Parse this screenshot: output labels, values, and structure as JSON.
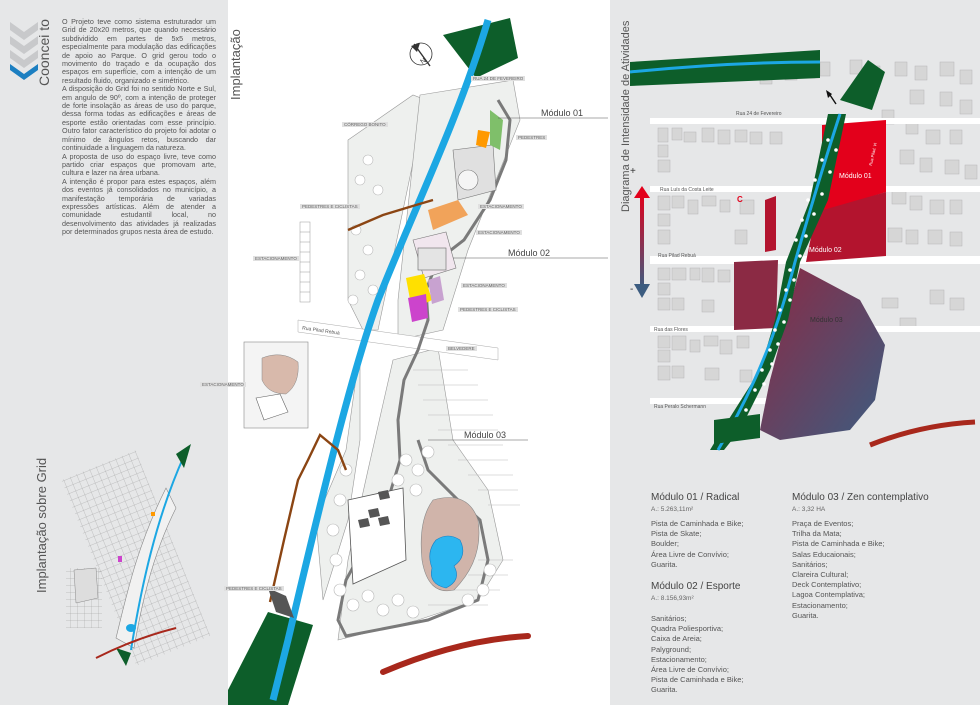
{
  "concept": {
    "title": "Cooncei to",
    "paragraphs": [
      "O Projeto teve como sistema estruturador um Grid de 20x20 metros, que quando necessário subdividido em partes de 5x5 metros, especialmente para modulação das edificações de apoio ao Parque. O grid gerou todo o movimento do traçado e da ocupação dos espaços em superfície, com a intenção de um resultado fluido, organizado e simétrico.",
      "A disposição do Grid foi no sentido Norte e Sul, em angulo de 90º, com a intenção de proteger de forte insolação as áreas de uso do parque, dessa forma todas as edificações e áreas de esporte estão orientadas com esse princípio. Outro fator característico do projeto foi adotar o mínimo de ângulos retos, buscando dar continuidade a linguagem da natureza.",
      "A proposta de uso do espaço livre, teve como partido criar espaços que promovam arte, cultura e lazer na área urbana.",
      "A intenção é propor para estes espaços, além dos eventos já consolidados no município, a manifestação temporária de variadas expressões artísticas. Além de atender a comunidade estudantil local, no desenvolvimento das atividades já realizadas por determinados grupos nesta área de estudo."
    ]
  },
  "grid_title": "Implantação sobre Grid",
  "implantacao": {
    "title": "Implantação",
    "north": "N",
    "modules": [
      "Módulo 01",
      "Módulo 02",
      "Módulo 03"
    ],
    "map_labels": {
      "rua24": "RUA 24 DE FEVEREIRO",
      "corrego": "CÓRREGO BONITO",
      "pedestres1": "PEDESTRES",
      "pedestres_ciclistas1": "PEDESTRES E CICLISTAS",
      "estacionamento1": "ESTACIONAMENTO",
      "estacionamento2": "ESTACIONAMENTO",
      "estacionamento3": "ESTACIONAMENTO",
      "estacionamento4": "ESTACIONAMENTO",
      "pedestres_ciclistas2": "PEDESTRES E CICLISTAS",
      "pedestres_ciclistas3": "PEDESTRES E CICLISTAS",
      "rua_pilad": "Rua Pilad Rebuá",
      "belvedere": "BELVEDERE"
    }
  },
  "diagram": {
    "title": "Diagrama de Intensidade de Atividades",
    "plus": "+",
    "minus": "-",
    "marker": "C",
    "streets": {
      "rua24": "Rua 24 de Fevereiro",
      "costa": "Rua Luís da Costa Leite",
      "pilad": "Rua Pilad Rebuá",
      "flores": "Rua das Flores",
      "peralo": "Rua Peralo Schermann",
      "sidepath": "Rua Pilad. VI"
    },
    "modules": [
      "Módulo 01",
      "Módulo 02",
      "Módulo 03"
    ],
    "colors": {
      "high": "#e3001b",
      "mid": "#b3142e",
      "low": "#3c5c80"
    }
  },
  "info": {
    "m1": {
      "title": "Módulo 01 / Radical",
      "area": "A.: 5.263,11m²",
      "items": [
        "Pista de Caminhada e Bike;",
        "Pista de Skate;",
        "Boulder;",
        "Área Livre de Convívio;",
        "Guarita."
      ]
    },
    "m2": {
      "title": "Módulo 02 / Esporte",
      "area": "A.: 8.156,93m²",
      "items": [
        "Sanitários;",
        "Quadra Poliesportiva;",
        "Caixa de Areia;",
        "Palyground;",
        "Estacionamento;",
        "Área Livre de Convívio;",
        "Pista de Caminhada e Bike;",
        "Guarita."
      ]
    },
    "m3": {
      "title": "Módulo 03 / Zen contemplativo",
      "area": "A.: 3,32 HA",
      "items": [
        "Praça de Eventos;",
        "Trilha da Mata;",
        "Pista de Caminhada e Bike;",
        "Salas Educaionais;",
        "Sanitários;",
        "Clareira Cultural;",
        "Deck Contemplativo;",
        "Lagoa Contemplativa;",
        "Estacionamento;",
        "Guarita."
      ]
    }
  },
  "colors": {
    "river": "#1ca7e3",
    "forest": "#0d5e2a",
    "accent_red": "#a8281c",
    "path": "#7a7a7a",
    "trail": "#8b4513"
  }
}
